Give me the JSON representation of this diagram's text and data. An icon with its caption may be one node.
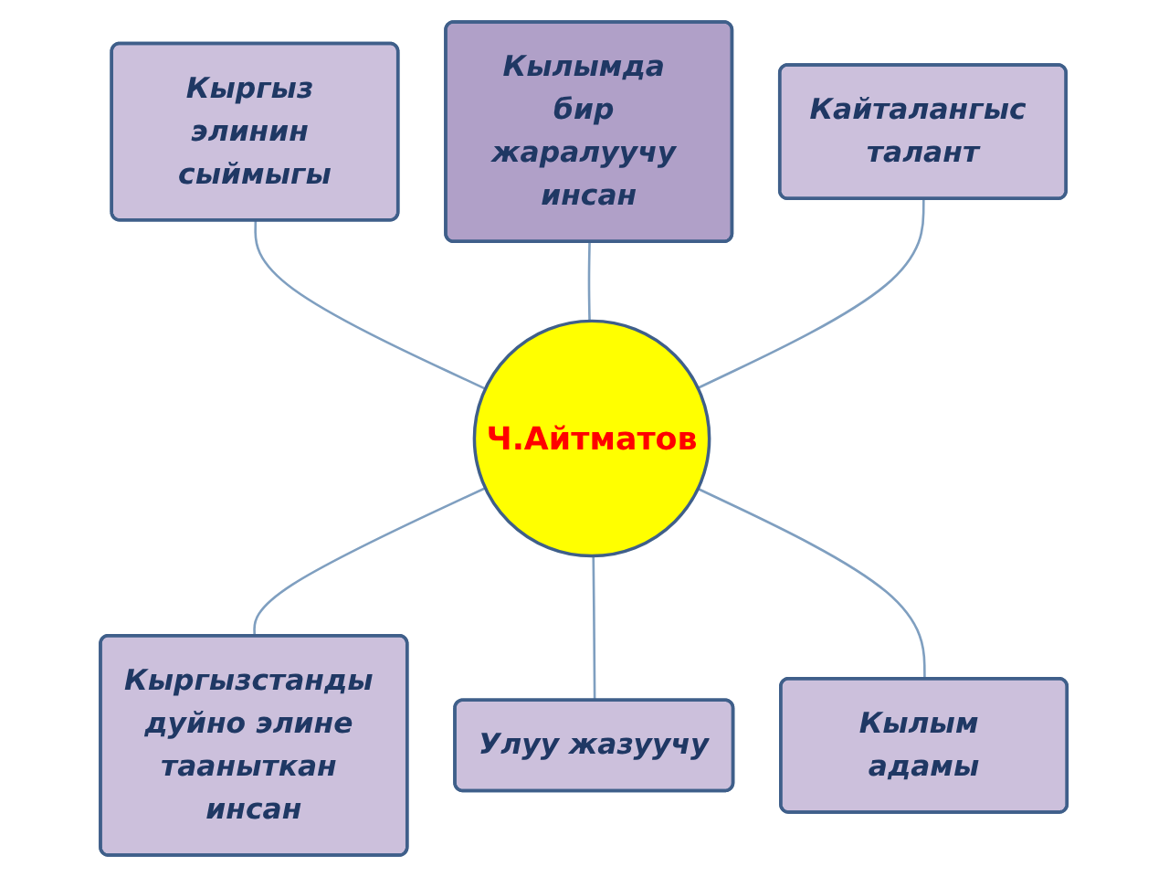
{
  "diagram": {
    "nodes": [
      {
        "text": [
          "Кылымда бир жаралуучу инсан"
        ]
      },
      {
        "text": [
          "Кыргыз элинин сыймыгы"
        ]
      },
      {
        "text": [
          "Кайталангыс талант"
        ]
      },
      {
        "text": [
          "Ч.Айтматов"
        ]
      },
      {
        "text": [
          "Кылым адамы"
        ]
      },
      {
        "text": [
          "Кыргызстанды дуйно элине тааныткан инсан"
        ]
      },
      {
        "text": [
          "Улуу жазуучу"
        ]
      }
    ],
    "edges": [
      {
        "from": 1,
        "to": 3,
        "arrow": "none"
      },
      {
        "from": 0,
        "to": 3,
        "arrow": "none"
      },
      {
        "from": 2,
        "to": 3,
        "arrow": "none"
      },
      {
        "from": 3,
        "to": 5,
        "arrow": "none"
      },
      {
        "from": 3,
        "to": 6,
        "arrow": "none"
      },
      {
        "from": 3,
        "to": 4,
        "arrow": "none"
      }
    ]
  }
}
